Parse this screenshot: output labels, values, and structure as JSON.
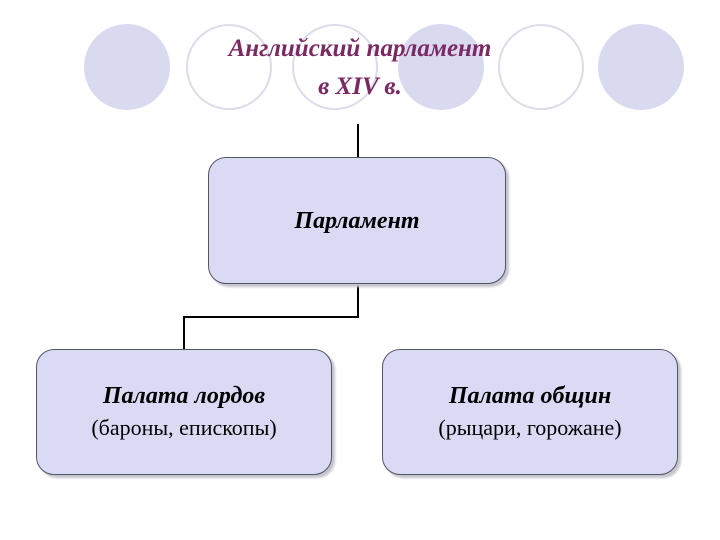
{
  "title": {
    "line1": "Английский парламент",
    "line2": "в XIV в."
  },
  "nodes": {
    "parliament": {
      "label": "Парламент"
    },
    "lords": {
      "label": "Палата лордов",
      "members": "(бароны, епископы)"
    },
    "commons": {
      "label": "Палата общин",
      "members": "(рыцари, горожане)"
    }
  },
  "colors": {
    "title": "#7a2a63",
    "box_fill": "#dadaf5",
    "box_border": "#555566",
    "decor_circle": "#d9d9ef"
  }
}
